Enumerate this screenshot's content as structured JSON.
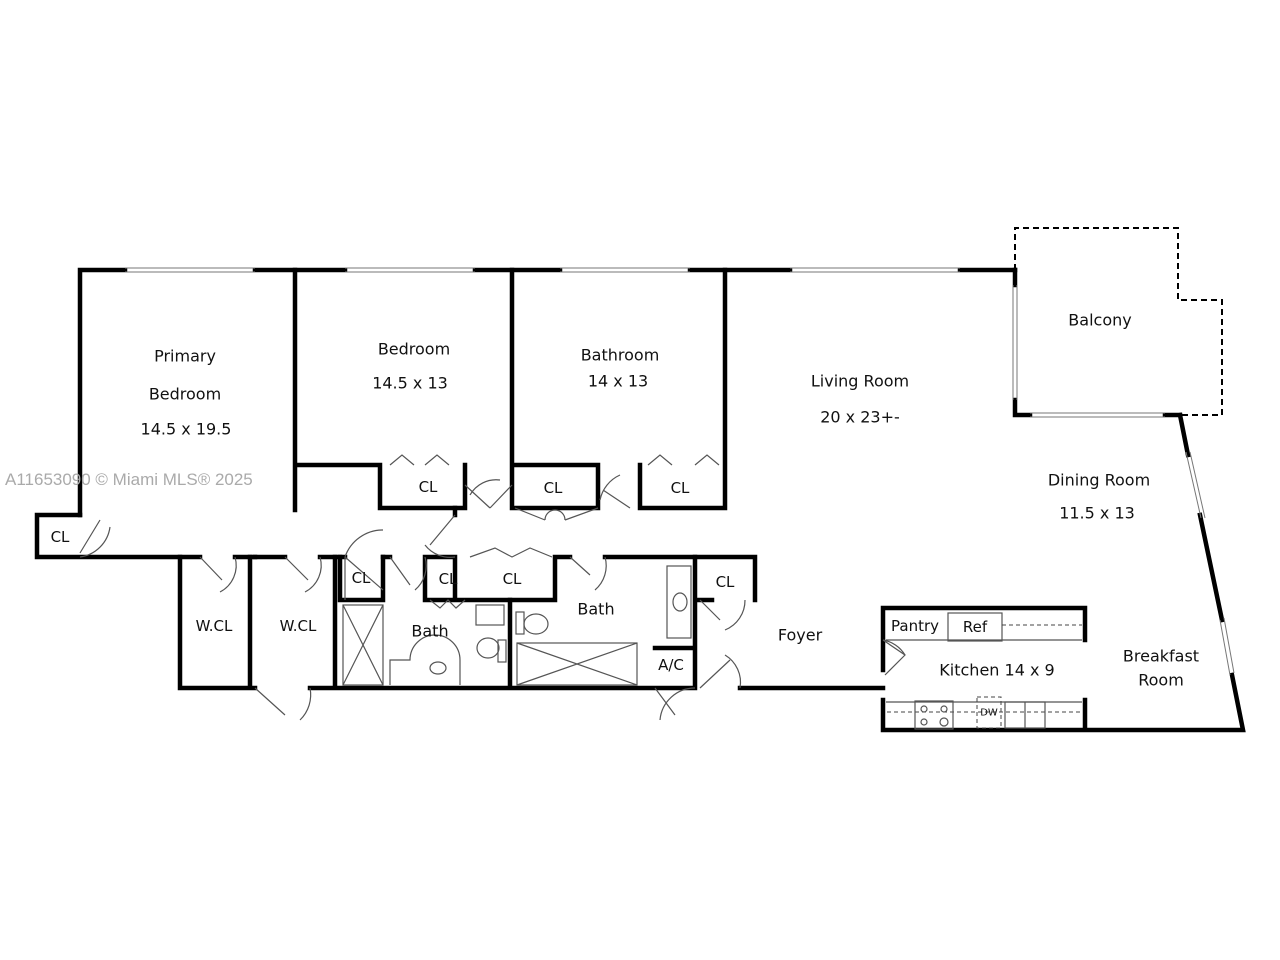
{
  "watermark": "A11653090 © Miami MLS® 2025",
  "rooms": {
    "primary_bedroom": {
      "name_line1": "Primary",
      "name_line2": "Bedroom",
      "size": "14.5 x 19.5"
    },
    "bedroom": {
      "name": "Bedroom",
      "size": "14.5 x 13"
    },
    "bathroom": {
      "name": "Bathroom",
      "size": "14 x 13"
    },
    "living_room": {
      "name": "Living Room",
      "size": "20 x 23+-"
    },
    "balcony": {
      "name": "Balcony"
    },
    "dining_room": {
      "name": "Dining Room",
      "size": "11.5 x 13"
    },
    "foyer": {
      "name": "Foyer"
    },
    "kitchen": {
      "name": "Kitchen 14 x 9"
    },
    "breakfast_room": {
      "name_line1": "Breakfast",
      "name_line2": "Room"
    },
    "pantry": "Pantry",
    "ref": "Ref",
    "dw": "DW",
    "ac": "A/C",
    "closet": "CL",
    "walk_in_closet": "W.CL",
    "bath": "Bath"
  }
}
